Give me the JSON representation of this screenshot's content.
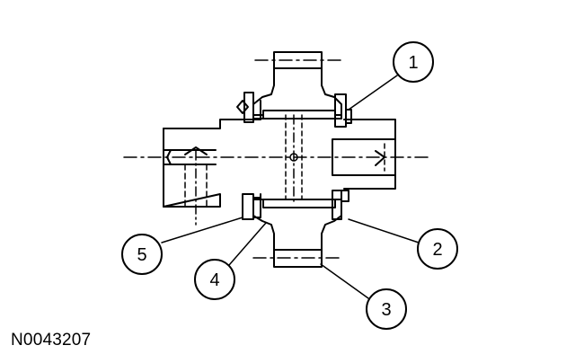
{
  "figure": {
    "reference_id": "N0043207",
    "callouts": [
      {
        "id": "1",
        "label": "1"
      },
      {
        "id": "2",
        "label": "2"
      },
      {
        "id": "3",
        "label": "3"
      },
      {
        "id": "4",
        "label": "4"
      },
      {
        "id": "5",
        "label": "5"
      }
    ]
  },
  "colors": {
    "line": "#000000",
    "background": "#ffffff"
  }
}
